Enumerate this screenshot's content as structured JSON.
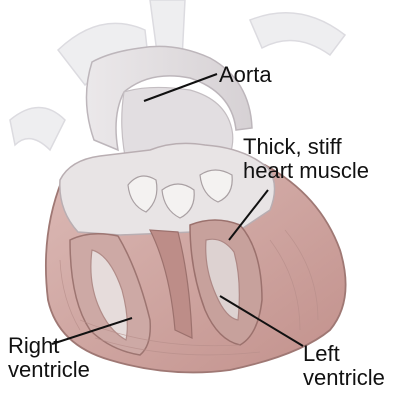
{
  "labels": {
    "aorta": [
      "Aorta"
    ],
    "thick_muscle": [
      "Thick, stiff",
      "heart muscle"
    ],
    "right_ventricle": [
      "Right",
      "ventricle"
    ],
    "left_ventricle": [
      "Left",
      "ventricle"
    ]
  },
  "colors": {
    "background": "#ffffff",
    "vessel_fill": "#e4e1e3",
    "vessel_shadow": "#c9c3c7",
    "chamber_wall": "#d8cfd3",
    "chamber_interior": "#efece9",
    "muscle": "#c99c97",
    "muscle_dark": "#b07f7b",
    "leader_line": "#111111"
  }
}
